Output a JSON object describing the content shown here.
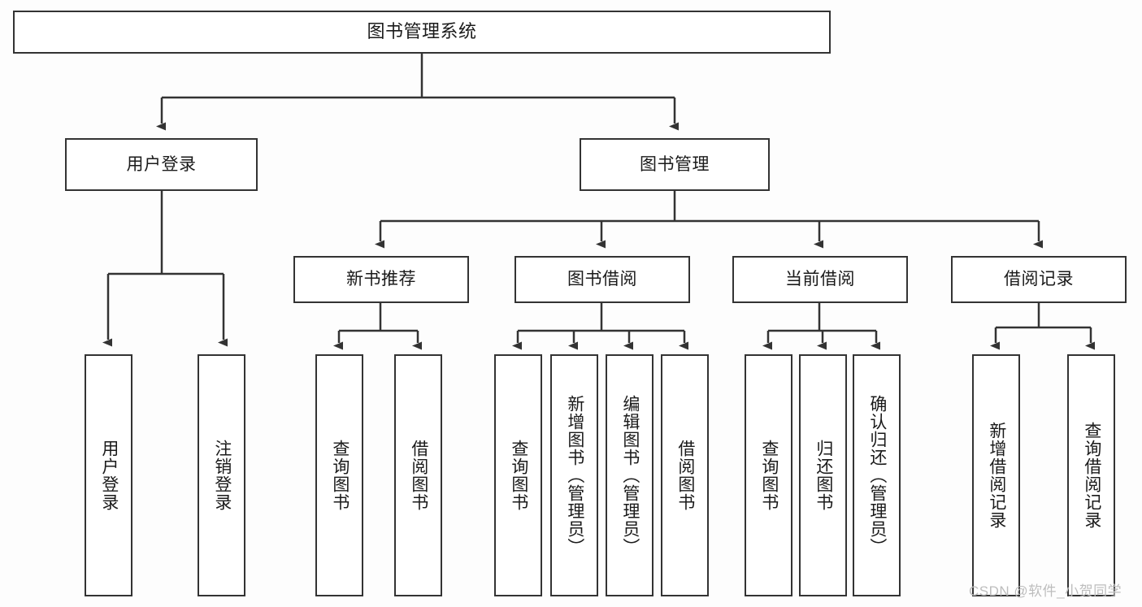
{
  "diagram": {
    "title": "图书管理系统",
    "type": "tree",
    "stroke_color": "#333333",
    "node_fill": "#ffffff",
    "background": "#fdfdfd",
    "nodes": {
      "root": {
        "label": "图书管理系统"
      },
      "level2": [
        {
          "id": "user-login",
          "label": "用户登录"
        },
        {
          "id": "book-manage",
          "label": "图书管理"
        }
      ],
      "level3": [
        {
          "id": "new-book-recommend",
          "label": "新书推荐"
        },
        {
          "id": "book-borrow",
          "label": "图书借阅"
        },
        {
          "id": "current-borrow",
          "label": "当前借阅"
        },
        {
          "id": "borrow-record",
          "label": "借阅记录"
        }
      ],
      "leaves": {
        "user_login": [
          {
            "id": "leaf-user-login",
            "label": "用户登录"
          },
          {
            "id": "leaf-logout-login",
            "label": "注销登录"
          }
        ],
        "new_book_recommend": [
          {
            "id": "leaf-query-book-1",
            "label": "查询图书"
          },
          {
            "id": "leaf-borrow-book-1",
            "label": "借阅图书"
          }
        ],
        "book_borrow": [
          {
            "id": "leaf-query-book-2",
            "label": "查询图书"
          },
          {
            "id": "leaf-add-book",
            "label": "新增图书（管理员）"
          },
          {
            "id": "leaf-edit-book",
            "label": "编辑图书（管理员）"
          },
          {
            "id": "leaf-borrow-book-2",
            "label": "借阅图书"
          }
        ],
        "current_borrow": [
          {
            "id": "leaf-query-book-3",
            "label": "查询图书"
          },
          {
            "id": "leaf-return-book",
            "label": "归还图书"
          },
          {
            "id": "leaf-confirm-return",
            "label": "确认归还（管理员）"
          }
        ],
        "borrow_record": [
          {
            "id": "leaf-add-record",
            "label": "新增借阅记录"
          },
          {
            "id": "leaf-query-record",
            "label": "查询借阅记录"
          }
        ]
      }
    },
    "watermark": "CSDN @软件_小贺同学"
  }
}
